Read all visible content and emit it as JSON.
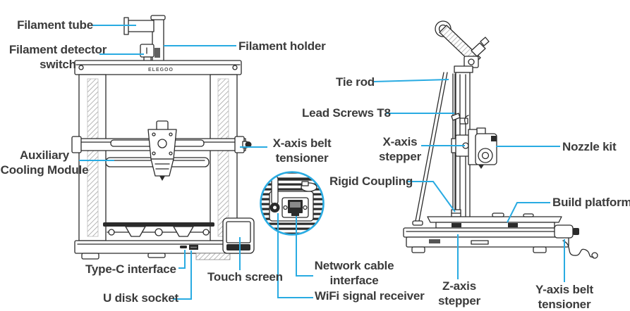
{
  "meta": {
    "title": "3D printer parts diagram",
    "accent_color": "#29abe2",
    "label_text_color": "#3b3b3b",
    "line_art_color": "#2b2b2b",
    "background_color": "#ffffff"
  },
  "brand": {
    "logo": "ELEGOO"
  },
  "callouts": {
    "front_view": {
      "filament_tube": "Filament tube",
      "filament_detector_switch": "Filament detector switch",
      "filament_holder": "Filament holder",
      "x_axis_belt_tensioner": "X-axis belt tensioner",
      "auxiliary_cooling_module": "Auxiliary Cooling Module",
      "type_c_interface": "Type-C interface",
      "touch_screen": "Touch screen",
      "u_disk_socket": "U disk socket"
    },
    "side_view": {
      "tie_rod": "Tie rod",
      "lead_screws_t8": "Lead Screws T8",
      "x_axis_stepper": "X-axis stepper",
      "nozzle_kit": "Nozzle kit",
      "rigid_coupling": "Rigid Coupling",
      "build_platform": "Build platform",
      "z_axis_stepper": "Z-axis stepper",
      "y_axis_belt_tensioner": "Y-axis belt tensioner"
    },
    "inset": {
      "network_cable_interface": "Network cable interface",
      "wifi_signal_receiver": "WiFi signal receiver"
    }
  }
}
